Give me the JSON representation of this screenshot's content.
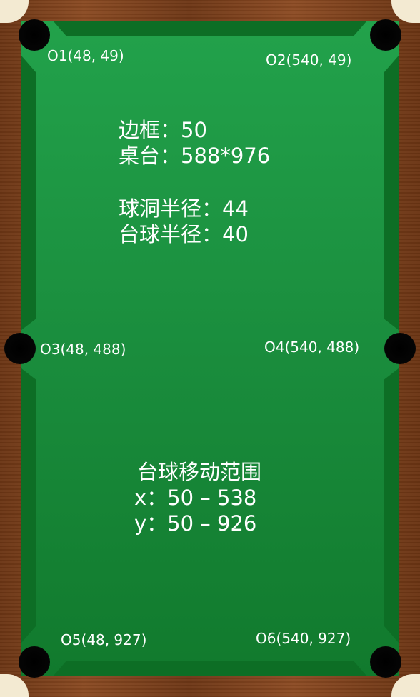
{
  "pockets": {
    "o1": "O1(48, 49)",
    "o2": "O2(540, 49)",
    "o3": "O3(48, 488)",
    "o4": "O4(540, 488)",
    "o5": "O5(48, 927)",
    "o6": "O6(540, 927)"
  },
  "info": {
    "border": "边框：50",
    "table": "桌台：588*976",
    "pocket_radius": "球洞半径：44",
    "ball_radius": "台球半径：40"
  },
  "range": {
    "title": "台球移动范围",
    "x": "x：50 – 538",
    "y": "y：50 – 926"
  },
  "colors": {
    "felt": "#1a8d3d",
    "rail": "#7a3f1b",
    "pocket": "#000000",
    "text": "#ffffff"
  }
}
